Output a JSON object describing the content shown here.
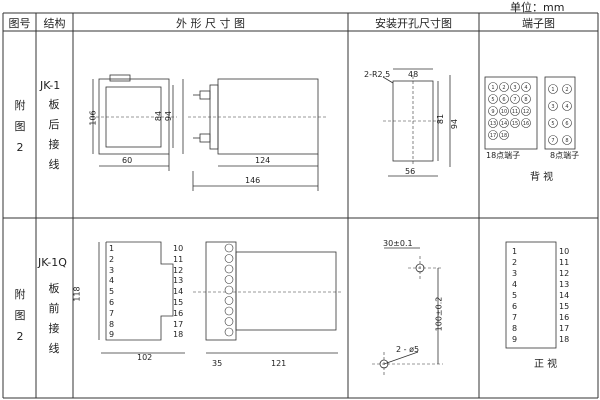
{
  "unit_label": "单位：mm",
  "headers": {
    "figure_no": "图号",
    "structure": "结构",
    "outline": "外 形 尺 寸 图",
    "cutout": "安装开孔尺寸图",
    "terminals": "端子图"
  },
  "rows": [
    {
      "figure": "附图2",
      "figure_chars": [
        "附",
        "图",
        "2"
      ],
      "model": "JK-1",
      "mount_chars": [
        "板",
        "后",
        "接",
        "线"
      ],
      "outline_dims": {
        "w1": "60",
        "h1": "106",
        "h2": "84",
        "h3": "94",
        "d1": "124",
        "d2": "146"
      },
      "cutout_dims": {
        "r": "2-R2.5",
        "w": "48",
        "h1": "81",
        "h2": "94",
        "w2": "56"
      },
      "terminal_captions": {
        "left": "18点端子",
        "right": "8点端子",
        "view": "背   视"
      },
      "terminals18": [
        "1",
        "2",
        "3",
        "4",
        "5",
        "6",
        "7",
        "8",
        "9",
        "10",
        "11",
        "12",
        "13",
        "14",
        "15",
        "16",
        "17",
        "18"
      ],
      "terminals8": [
        "1",
        "2",
        "3",
        "4",
        "5",
        "6",
        "7",
        "8"
      ]
    },
    {
      "figure": "附图2",
      "figure_chars": [
        "附",
        "图",
        "2"
      ],
      "model": "JK-1Q",
      "mount_chars": [
        "板",
        "前",
        "接",
        "线"
      ],
      "outline_dims": {
        "w1": "102",
        "h1": "118",
        "d1": "35",
        "d2": "121"
      },
      "left_terms": [
        "1",
        "2",
        "3",
        "4",
        "5",
        "6",
        "7",
        "8",
        "9"
      ],
      "right_terms": [
        "10",
        "11",
        "12",
        "13",
        "14",
        "15",
        "16",
        "17",
        "18"
      ],
      "cutout_dims": {
        "w": "30±0.1",
        "h": "100±0.2",
        "hole": "2 - ø5"
      },
      "front_left": [
        "1",
        "2",
        "3",
        "4",
        "5",
        "6",
        "7",
        "8",
        "9"
      ],
      "front_right": [
        "10",
        "11",
        "12",
        "13",
        "14",
        "15",
        "16",
        "17",
        "18"
      ],
      "front_view": "正   视"
    }
  ]
}
